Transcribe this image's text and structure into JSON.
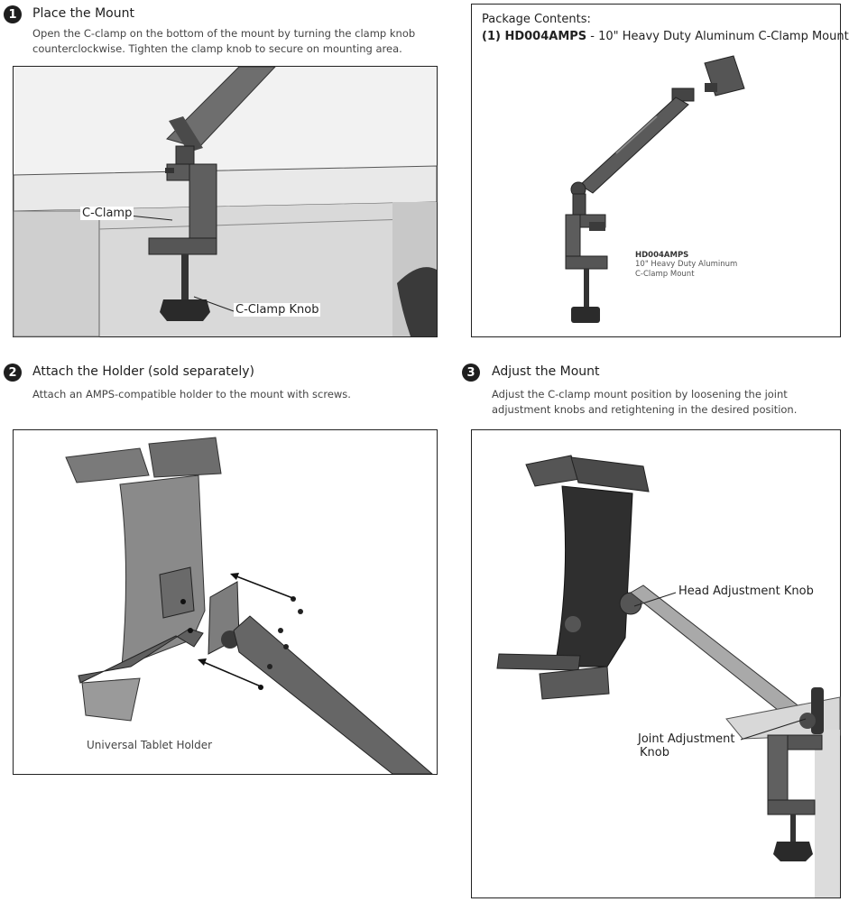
{
  "step1": {
    "number": "1",
    "title": "Place the Mount",
    "description_line1": "Open the C-clamp on the bottom of the mount by turning the clamp knob",
    "description_line2": "counterclockwise. Tighten the clamp knob to secure on mounting area.",
    "callout_clamp": "C-Clamp",
    "callout_knob": "C-Clamp Knob"
  },
  "package": {
    "heading": "Package Contents:",
    "item_qty": "(1) HD004AMPS",
    "item_desc": " - 10\" Heavy Duty Aluminum C-Clamp Mount",
    "caption_model": "HD004AMPS",
    "caption_line1": "10\" Heavy Duty Aluminum",
    "caption_line2": "C-Clamp Mount"
  },
  "step2": {
    "number": "2",
    "title": "Attach the Holder (sold separately)",
    "description": "Attach an AMPS-compatible holder to the mount with screws.",
    "caption": "Universal Tablet Holder"
  },
  "step3": {
    "number": "3",
    "title": "Adjust the Mount",
    "description_line1": "Adjust the C-clamp mount position by loosening the joint",
    "description_line2": "adjustment knobs and retightening in the desired position.",
    "callout_head": "Head Adjustment Knob",
    "callout_joint_line1": "Joint Adjustment",
    "callout_joint_line2": "Knob"
  }
}
